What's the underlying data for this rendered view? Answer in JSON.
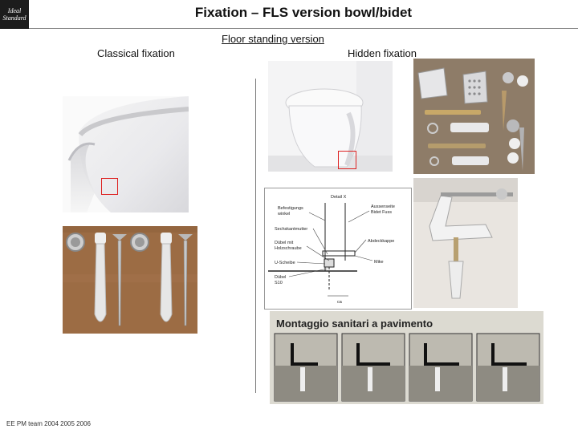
{
  "header": {
    "logo_line1": "Ideal",
    "logo_line2": "Standard",
    "title": "Fixation – FLS version bowl/bidet"
  },
  "subtitle": "Floor standing version",
  "labels": {
    "classical": "Classical fixation",
    "hidden": "Hidden fixation"
  },
  "diagram": {
    "detail": "Detail X",
    "befestigungs": "Befestigungs",
    "winkel": "winkel",
    "aussenseite": "Aussenseite",
    "bidet_fuss": "Bidet Fuss",
    "sechskant": "Sechskantmutter",
    "dubel": "Dübel mit",
    "dubel2": "Holzschraube",
    "abdeckkappe": "Abdeckkappe",
    "u_scheibe": "U-Scheibe",
    "mike": "Mike",
    "dubel_s": "Dübel",
    "s10": "S10",
    "unit": "ca"
  },
  "banner_text": "Montaggio sanitari a pavimento",
  "footer": "EE PM team 2004 2005 2006"
}
